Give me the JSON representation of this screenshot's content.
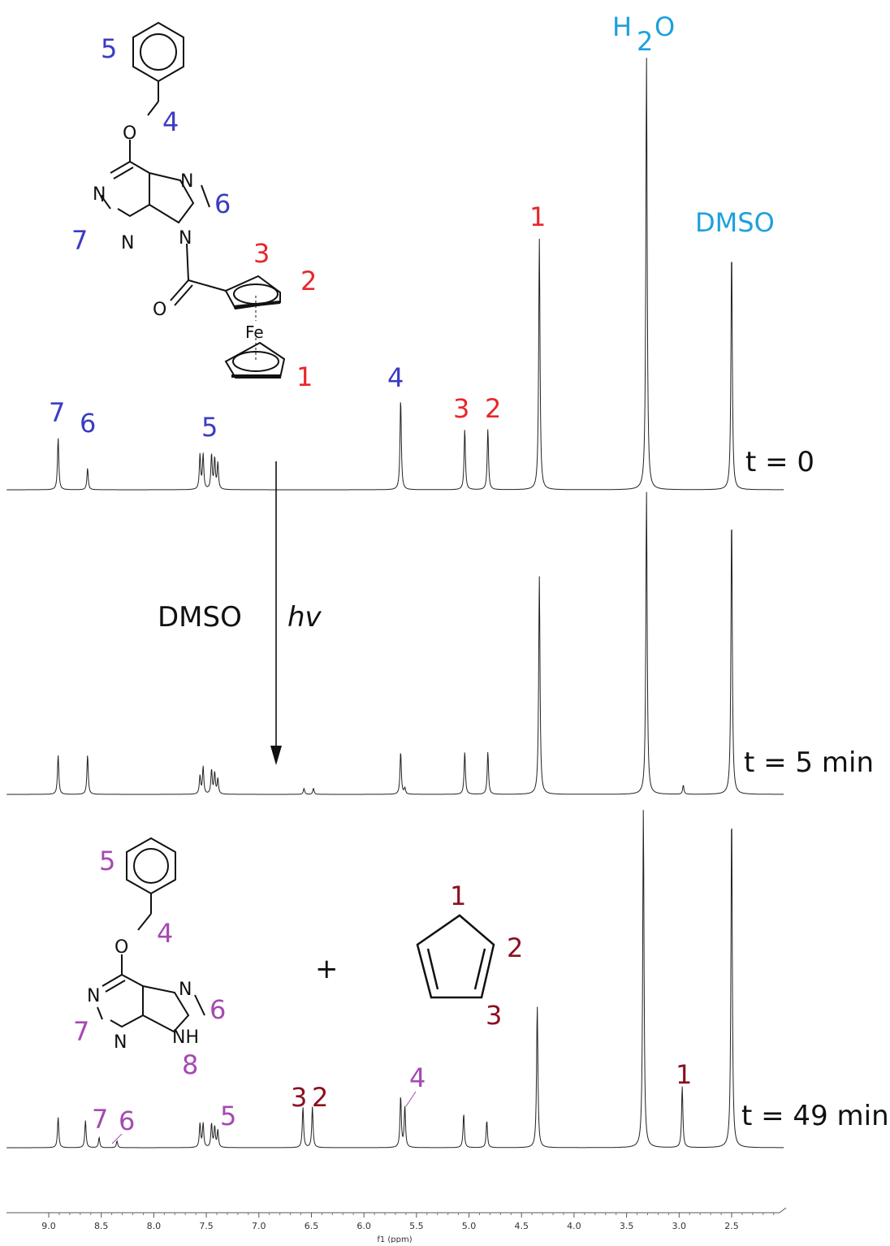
{
  "colors": {
    "blue": "#3b3bc4",
    "red": "#e8262a",
    "cyan": "#1ea0dd",
    "violet": "#a44ab0",
    "maroon": "#8a1020",
    "black": "#111111"
  },
  "chart_data": {
    "type": "line",
    "xlabel": "f1 (ppm)",
    "xlim": [
      9.4,
      2.0
    ],
    "x_reversed": true,
    "x_ticks": [
      "9.0",
      "8.5",
      "8.0",
      "7.5",
      "7.0",
      "6.5",
      "6.0",
      "5.5",
      "5.0",
      "4.5",
      "4.0",
      "3.5",
      "3.0",
      "2.5"
    ],
    "series": [
      {
        "name": "t = 0",
        "peaks": [
          {
            "ppm": 8.91,
            "h": 0.12
          },
          {
            "ppm": 8.63,
            "h": 0.05
          },
          {
            "ppm": 7.56,
            "h": 0.08
          },
          {
            "ppm": 7.53,
            "h": 0.08
          },
          {
            "ppm": 7.45,
            "h": 0.08
          },
          {
            "ppm": 7.42,
            "h": 0.07
          },
          {
            "ppm": 7.39,
            "h": 0.06
          },
          {
            "ppm": 5.65,
            "h": 0.21
          },
          {
            "ppm": 5.04,
            "h": 0.14
          },
          {
            "ppm": 4.82,
            "h": 0.14
          },
          {
            "ppm": 4.33,
            "h": 0.58
          },
          {
            "ppm": 3.31,
            "h": 1.0
          },
          {
            "ppm": 2.5,
            "h": 0.56
          }
        ]
      },
      {
        "name": "t = 5 min",
        "peaks": [
          {
            "ppm": 8.91,
            "h": 0.13
          },
          {
            "ppm": 8.63,
            "h": 0.13
          },
          {
            "ppm": 7.56,
            "h": 0.06
          },
          {
            "ppm": 7.53,
            "h": 0.09
          },
          {
            "ppm": 7.45,
            "h": 0.08
          },
          {
            "ppm": 7.42,
            "h": 0.07
          },
          {
            "ppm": 7.39,
            "h": 0.05
          },
          {
            "ppm": 6.57,
            "h": 0.02
          },
          {
            "ppm": 6.48,
            "h": 0.02
          },
          {
            "ppm": 5.65,
            "h": 0.14
          },
          {
            "ppm": 5.61,
            "h": 0.02
          },
          {
            "ppm": 5.04,
            "h": 0.14
          },
          {
            "ppm": 4.82,
            "h": 0.14
          },
          {
            "ppm": 4.33,
            "h": 0.72
          },
          {
            "ppm": 3.31,
            "h": 1.0
          },
          {
            "ppm": 2.96,
            "h": 0.03
          },
          {
            "ppm": 2.5,
            "h": 0.93
          }
        ]
      },
      {
        "name": "t = 49 min",
        "peaks": [
          {
            "ppm": 8.91,
            "h": 0.09
          },
          {
            "ppm": 8.65,
            "h": 0.08
          },
          {
            "ppm": 8.52,
            "h": 0.03
          },
          {
            "ppm": 8.35,
            "h": 0.02
          },
          {
            "ppm": 7.56,
            "h": 0.07
          },
          {
            "ppm": 7.53,
            "h": 0.07
          },
          {
            "ppm": 7.45,
            "h": 0.07
          },
          {
            "ppm": 7.42,
            "h": 0.06
          },
          {
            "ppm": 7.39,
            "h": 0.05
          },
          {
            "ppm": 6.58,
            "h": 0.12
          },
          {
            "ppm": 6.49,
            "h": 0.12
          },
          {
            "ppm": 5.65,
            "h": 0.15
          },
          {
            "ppm": 5.61,
            "h": 0.12
          },
          {
            "ppm": 5.05,
            "h": 0.1
          },
          {
            "ppm": 4.83,
            "h": 0.08
          },
          {
            "ppm": 4.35,
            "h": 0.42
          },
          {
            "ppm": 3.34,
            "h": 1.0
          },
          {
            "ppm": 2.97,
            "h": 0.18
          },
          {
            "ppm": 2.5,
            "h": 1.0
          }
        ]
      }
    ]
  },
  "labels": {
    "t0": "t = 0",
    "t5": "t = 5 min",
    "t49": "t = 49 min",
    "h2o_h": "H",
    "h2o_2": "2",
    "h2o_o": "O",
    "dmso_peak": "DMSO",
    "dmso_arrow": "DMSO",
    "hv": "hv",
    "plus": "+",
    "fe": "Fe",
    "n": "N",
    "o": "O",
    "nh": "NH",
    "num1": "1",
    "num2": "2",
    "num3": "3",
    "num4": "4",
    "num5": "5",
    "num6": "6",
    "num7": "7",
    "num8": "8"
  }
}
